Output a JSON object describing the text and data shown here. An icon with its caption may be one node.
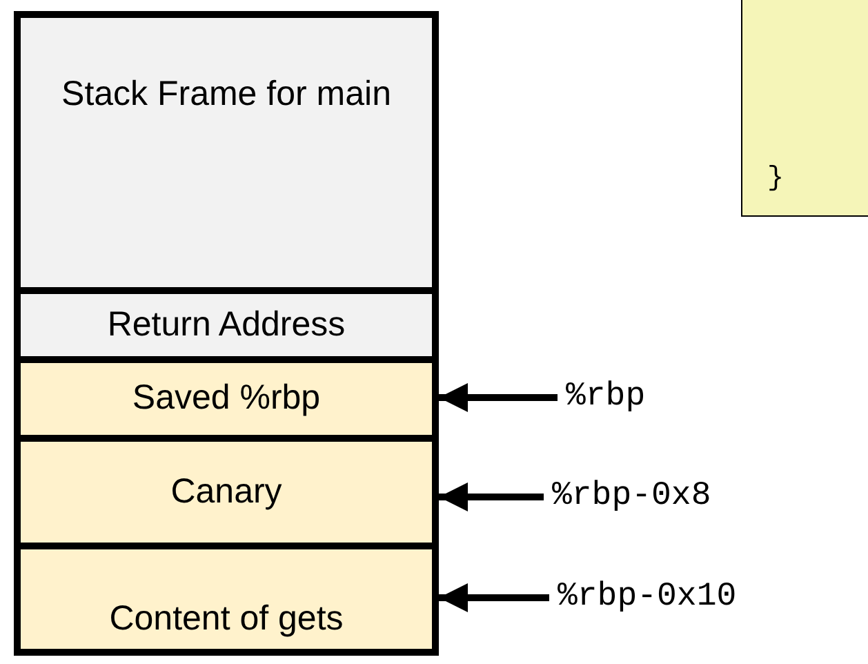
{
  "diagram": {
    "nodes": [
      {
        "text": [
          "Stack Frame for main"
        ]
      },
      {
        "text": [
          "Return Address"
        ]
      },
      {
        "text": [
          "Saved %rbp"
        ]
      },
      {
        "text": [
          "Canary"
        ]
      },
      {
        "text": [
          "Content of gets"
        ]
      },
      {
        "text": [
          "}"
        ]
      },
      {
        "text": [
          "%rbp"
        ]
      },
      {
        "text": [
          "%rbp-0x8"
        ]
      },
      {
        "text": [
          "%rbp-0x10"
        ]
      }
    ],
    "edges": [
      {
        "from": 6,
        "to": 2,
        "arrow": "to"
      },
      {
        "from": 7,
        "to": 3,
        "arrow": "to"
      },
      {
        "from": 8,
        "to": 4,
        "arrow": "to"
      }
    ]
  }
}
